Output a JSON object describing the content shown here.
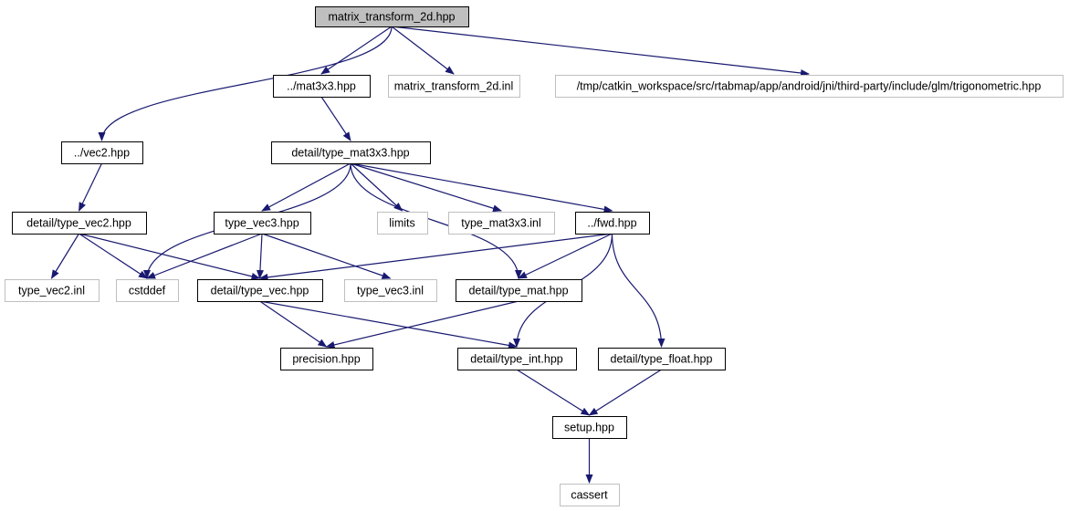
{
  "colors": {
    "edge": "#191970",
    "root_fill": "#bfbfbf",
    "root_border": "#000000",
    "header_border": "#000000",
    "external_border": "#bfbfbf",
    "node_fill": "#ffffff"
  },
  "nodes": [
    {
      "id": "root",
      "label": "matrix_transform_2d.hpp",
      "kind": "root"
    },
    {
      "id": "mat3x3",
      "label": "../mat3x3.hpp",
      "kind": "header"
    },
    {
      "id": "mt2d_inl",
      "label": "matrix_transform_2d.inl",
      "kind": "external"
    },
    {
      "id": "trig",
      "label": "/tmp/catkin_workspace/src/rtabmap/app/android/jni/third-party/include/glm/trigonometric.hpp",
      "kind": "external"
    },
    {
      "id": "vec2",
      "label": "../vec2.hpp",
      "kind": "header"
    },
    {
      "id": "type_mat3x3",
      "label": "detail/type_mat3x3.hpp",
      "kind": "header"
    },
    {
      "id": "type_vec2",
      "label": "detail/type_vec2.hpp",
      "kind": "header"
    },
    {
      "id": "type_vec3",
      "label": "type_vec3.hpp",
      "kind": "header"
    },
    {
      "id": "limits",
      "label": "limits",
      "kind": "external"
    },
    {
      "id": "type_mat3x3_inl",
      "label": "type_mat3x3.inl",
      "kind": "external"
    },
    {
      "id": "fwd",
      "label": "../fwd.hpp",
      "kind": "header"
    },
    {
      "id": "type_vec2_inl",
      "label": "type_vec2.inl",
      "kind": "external"
    },
    {
      "id": "cstddef",
      "label": "cstddef",
      "kind": "external"
    },
    {
      "id": "type_vec",
      "label": "detail/type_vec.hpp",
      "kind": "header"
    },
    {
      "id": "type_vec3_inl",
      "label": "type_vec3.inl",
      "kind": "external"
    },
    {
      "id": "type_mat",
      "label": "detail/type_mat.hpp",
      "kind": "header"
    },
    {
      "id": "precision",
      "label": "precision.hpp",
      "kind": "header"
    },
    {
      "id": "type_int",
      "label": "detail/type_int.hpp",
      "kind": "header"
    },
    {
      "id": "type_float",
      "label": "detail/type_float.hpp",
      "kind": "header"
    },
    {
      "id": "setup",
      "label": "setup.hpp",
      "kind": "header"
    },
    {
      "id": "cassert",
      "label": "cassert",
      "kind": "external"
    }
  ],
  "edges": [
    {
      "from": "root",
      "to": "vec2"
    },
    {
      "from": "root",
      "to": "mat3x3"
    },
    {
      "from": "root",
      "to": "mt2d_inl"
    },
    {
      "from": "root",
      "to": "trig"
    },
    {
      "from": "vec2",
      "to": "type_vec2"
    },
    {
      "from": "mat3x3",
      "to": "type_mat3x3"
    },
    {
      "from": "type_vec2",
      "to": "type_vec2_inl"
    },
    {
      "from": "type_vec2",
      "to": "cstddef"
    },
    {
      "from": "type_vec2",
      "to": "type_vec"
    },
    {
      "from": "type_mat3x3",
      "to": "cstddef"
    },
    {
      "from": "type_mat3x3",
      "to": "type_vec3"
    },
    {
      "from": "type_mat3x3",
      "to": "limits"
    },
    {
      "from": "type_mat3x3",
      "to": "type_mat3x3_inl"
    },
    {
      "from": "type_mat3x3",
      "to": "fwd"
    },
    {
      "from": "type_mat3x3",
      "to": "type_mat"
    },
    {
      "from": "type_vec3",
      "to": "cstddef"
    },
    {
      "from": "type_vec3",
      "to": "type_vec"
    },
    {
      "from": "type_vec3",
      "to": "type_vec3_inl"
    },
    {
      "from": "fwd",
      "to": "type_vec"
    },
    {
      "from": "fwd",
      "to": "type_mat"
    },
    {
      "from": "fwd",
      "to": "type_int"
    },
    {
      "from": "fwd",
      "to": "type_float"
    },
    {
      "from": "type_vec",
      "to": "precision"
    },
    {
      "from": "type_vec",
      "to": "type_int"
    },
    {
      "from": "type_mat",
      "to": "precision"
    },
    {
      "from": "type_int",
      "to": "setup"
    },
    {
      "from": "type_float",
      "to": "setup"
    },
    {
      "from": "setup",
      "to": "cassert"
    }
  ]
}
